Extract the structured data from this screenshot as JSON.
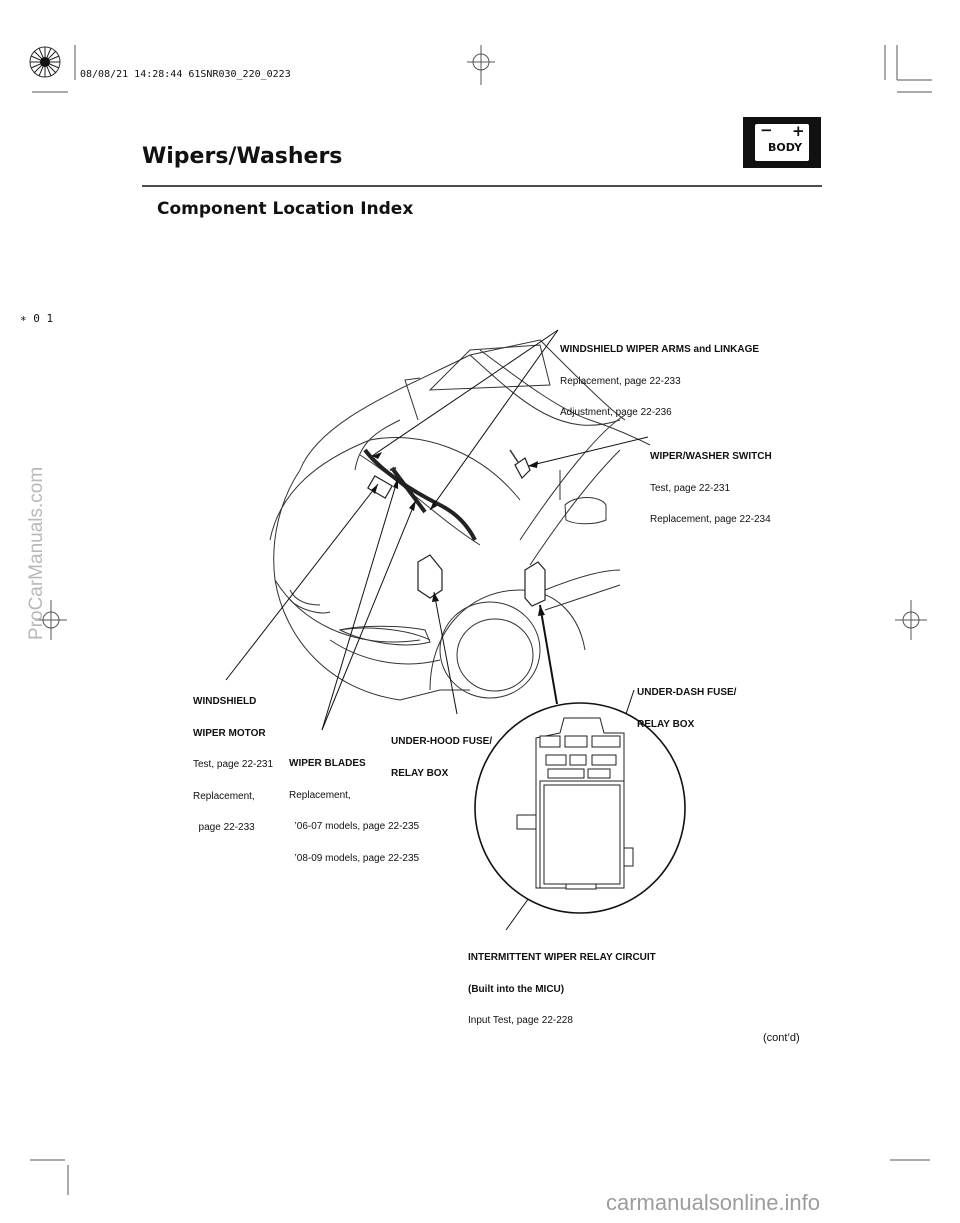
{
  "header_stamp": "08/08/21 14:28:44 61SNR030_220_0223",
  "side_mark": "∗ 0 1",
  "watermark_vertical": "ProCarManuals.com",
  "watermark_bottom": "carmanualsonline.info",
  "page_title": "Wipers/Washers",
  "section_title": "Component Location Index",
  "body_badge": {
    "label": "BODY",
    "minus": "−",
    "plus": "+"
  },
  "labels": {
    "arms": {
      "title": "WINDSHIELD WIPER ARMS and LINKAGE",
      "line1": "Replacement, page 22-233",
      "line2": "Adjustment, page 22-236"
    },
    "switch": {
      "title": "WIPER/WASHER SWITCH",
      "line1": "Test, page 22-231",
      "line2": "Replacement, page 22-234"
    },
    "motor": {
      "title1": "WINDSHIELD",
      "title2": "WIPER MOTOR",
      "line1": "Test, page 22-231",
      "line2": "Replacement,",
      "line3": "  page 22-233"
    },
    "blades": {
      "title": "WIPER BLADES",
      "line1": "Replacement,",
      "line2": "  ’06-07 models, page 22-235",
      "line3": "  ’08-09 models, page 22-235"
    },
    "underhood": {
      "title1": "UNDER-HOOD FUSE/",
      "title2": "RELAY BOX"
    },
    "underdash": {
      "title1": "UNDER-DASH FUSE/",
      "title2": "RELAY BOX"
    },
    "relay": {
      "title1": "INTERMITTENT WIPER RELAY CIRCUIT",
      "title2": "(Built into the MICU)",
      "line1": "Input Test, page 22-228"
    }
  },
  "footer_contd": "(cont’d)"
}
